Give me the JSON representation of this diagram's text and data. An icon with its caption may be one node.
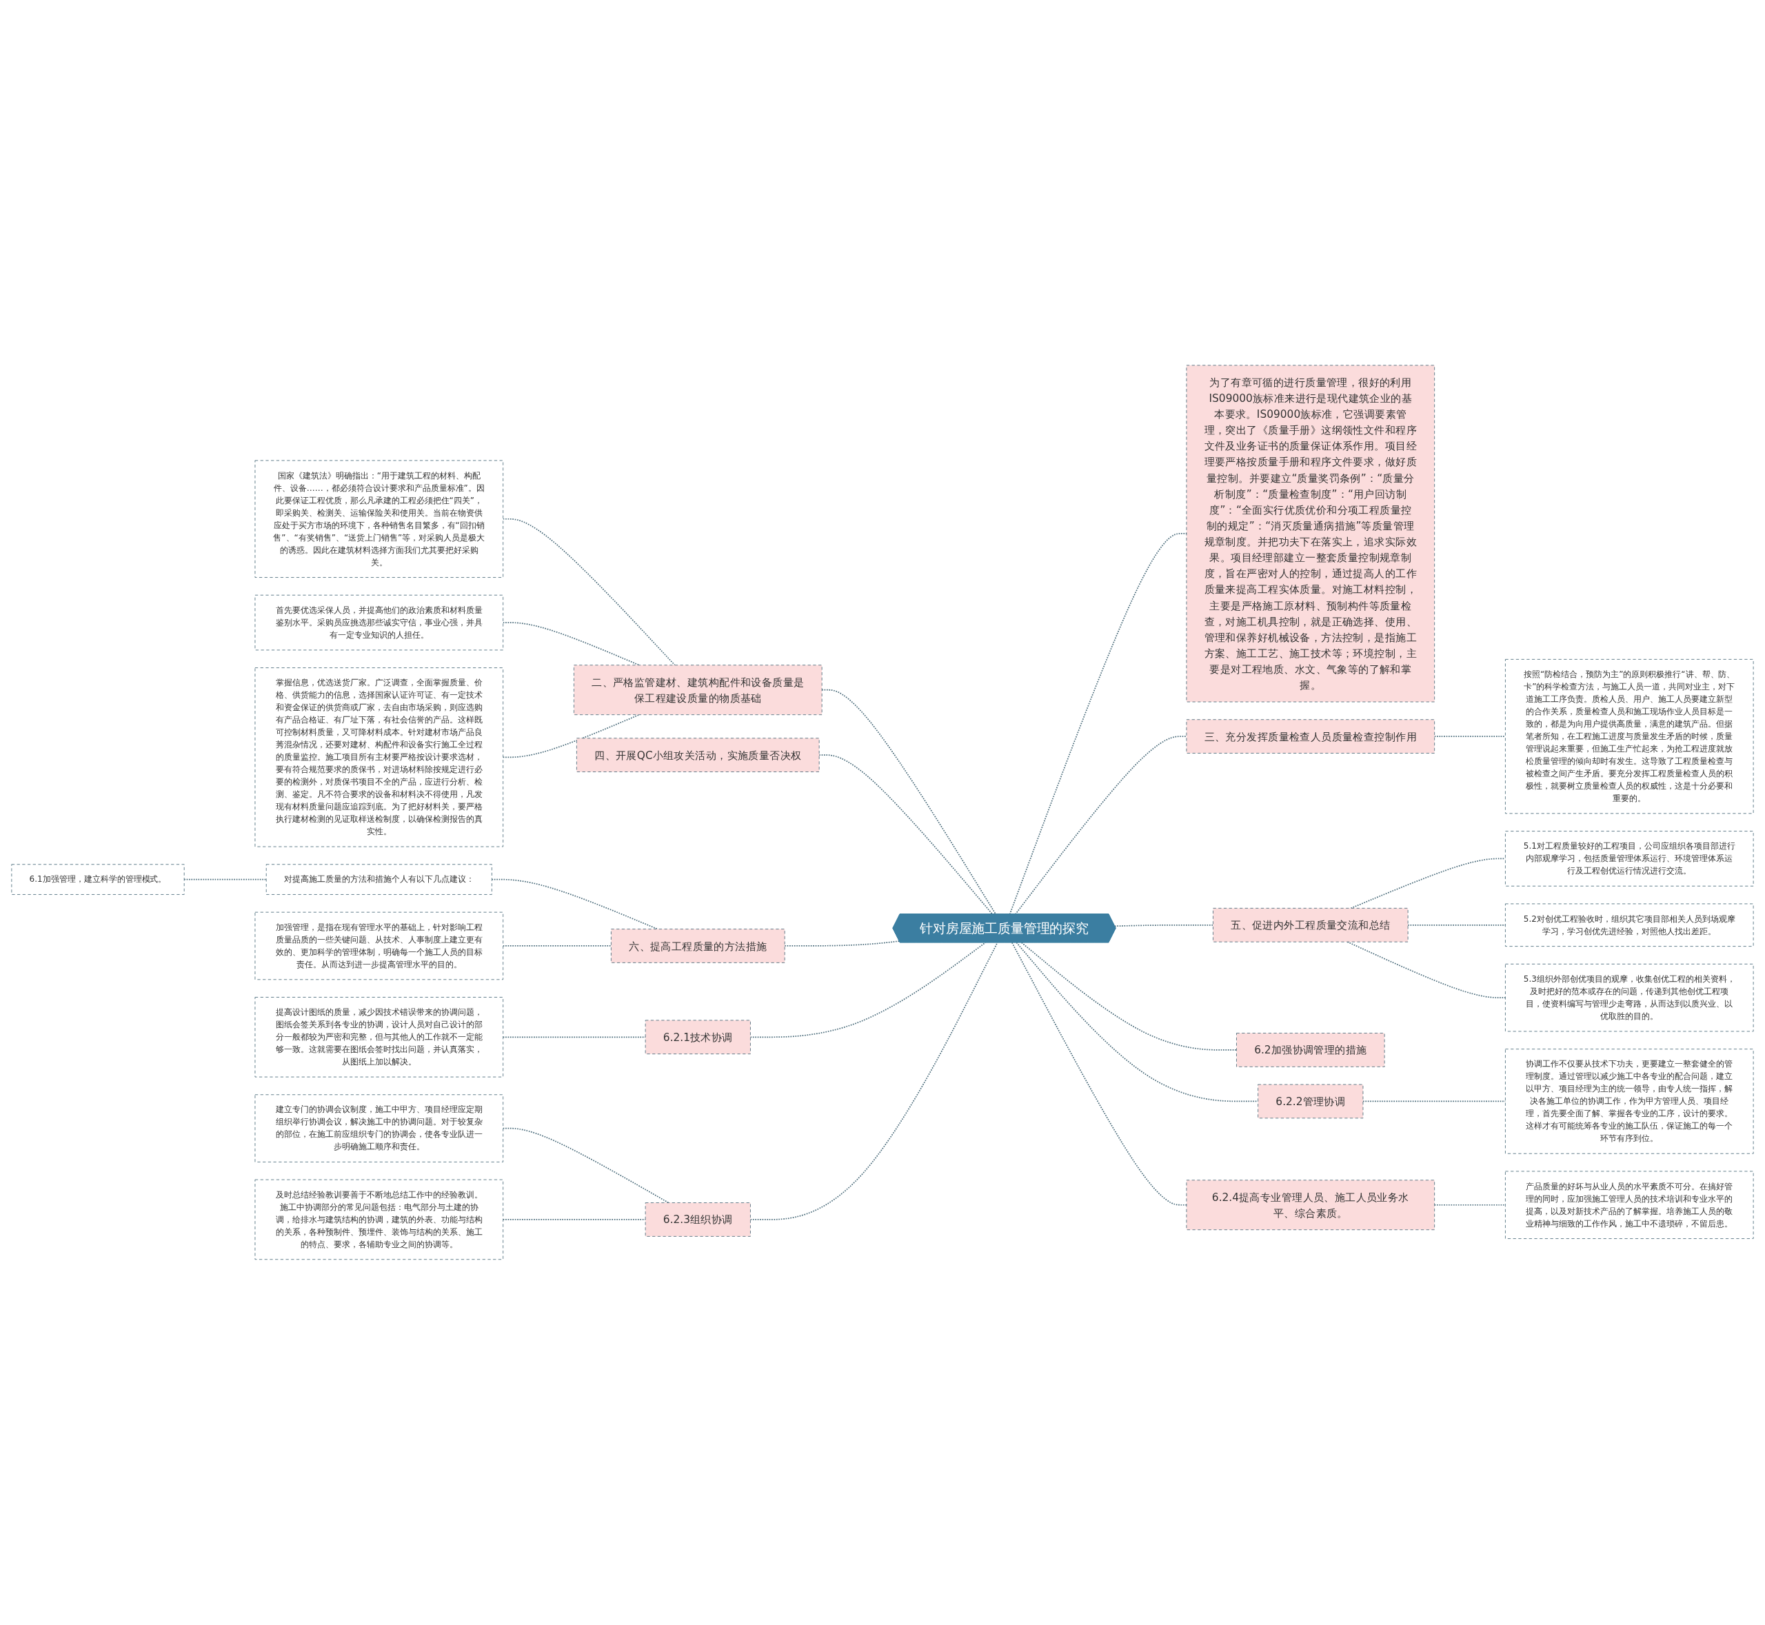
{
  "diagram": {
    "nodes": [
      {
        "text": [
          "针对房屋施工质量管理的探究"
        ]
      },
      {
        "text": [
          "二、严格监管建材、建筑构配件和设备质量是保工程建设质量的物质基础"
        ]
      },
      {
        "text": [
          "国家《建筑法》明确指出：“用于建筑工程的材料、构配件、设备……，都必须符合设计要求和产品质量标准”。因此要保证工程优质，那么凡承建的工程必须把住“四关”，即采购关、检测关、运输保险关和使用关。当前在物资供应处于买方市场的环境下，各种销售名目繁多，有“回扣销售”、“有奖销售”、“送货上门销售”等，对采购人员是极大的诱惑。因此在建筑材料选择方面我们尤其要把好采购关。"
        ]
      },
      {
        "text": [
          "首先要优选采保人员，并提高他们的政治素质和材料质量鉴别水平。采购员应挑选那些诚实守信，事业心强，并具有一定专业知识的人担任。"
        ]
      },
      {
        "text": [
          "掌握信息，优选送货厂家。广泛调查，全面掌握质量、价格、供货能力的信息，选择国家认证许可证、有一定技术和资金保证的供货商或厂家，去自由市场采购，则应选购有产品合格证、有厂址下落，有社会信誉的产品。这样既可控制材料质量，又可降材料成本。针对建材市场产品良莠混杂情况，还要对建材、构配件和设备实行施工全过程的质量监控。施工项目所有主材要严格按设计要求选材，要有符合规范要求的质保书，对进场材料除按规定进行必要的检测外，对质保书项目不全的产品，应进行分析、检测、鉴定。凡不符合要求的设备和材料决不得使用，凡发现有材料质量问题应追踪到底。为了把好材料关，要严格执行建材检测的见证取样送检制度，以确保检测报告的真实性。"
        ]
      },
      {
        "text": [
          "四、开展QC小组攻关活动，实施质量否决权"
        ]
      },
      {
        "text": [
          "六、提高工程质量的方法措施"
        ]
      },
      {
        "text": [
          "对提高施工质量的方法和措施个人有以下几点建议："
        ]
      },
      {
        "text": [
          "6.1加强管理，建立科学的管理模式。"
        ]
      },
      {
        "text": [
          "加强管理，是指在现有管理水平的基础上，针对影响工程质量品质的一些关键问题、从技术、人事制度上建立更有效的、更加科学的管理体制，明确每一个施工人员的目标责任。从而达到进一步提高管理水平的目的。"
        ]
      },
      {
        "text": [
          "6.2.1技术协调"
        ]
      },
      {
        "text": [
          "提高设计图纸的质量，减少因技术错误带来的协调问题，图纸会签关系到各专业的协调，设计人员对自己设计的部分一般都较为严密和完整，但与其他人的工作就不一定能够一致。这就需要在图纸会签时找出问题，并认真落实，从图纸上加以解决。"
        ]
      },
      {
        "text": [
          "6.2.3组织协调"
        ]
      },
      {
        "text": [
          "建立专门的协调会议制度，施工中甲方、项目经理应定期组织举行协调会议，解决施工中的协调问题。对于较复杂的部位，在施工前应组织专门的协调会，使各专业队进一步明确施工顺序和责任。"
        ]
      },
      {
        "text": [
          "及时总结经验教训要善于不断地总结工作中的经验教训。施工中协调部分的常见问题包括：电气部分与土建的协调，给排水与建筑结构的协调，建筑的外表、功能与结构的关系，各种预制件、预埋件、装饰与结构的关系、施工的特点、要求，各辅助专业之间的协调等。"
        ]
      },
      {
        "text": [
          "为了有章可循的进行质量管理，很好的利用IS09000族标准来进行是现代建筑企业的基本要求。IS09000族标准，它强调要素管理，突出了《质量手册》这纲领性文件和程序文件及业务证书的质量保证体系作用。项目经理要严格按质量手册和程序文件要求，做好质量控制。并要建立“质量奖罚条例”：“质量分析制度”：“质量检查制度”：“用户回访制度”：“全面实行优质优价和分项工程质量控制的规定”：“消灭质量通病措施”等质量管理规章制度。并把功夫下在落实上，追求实际效果。项目经理部建立一整套质量控制规章制度，旨在严密对人的控制，通过提高人的工作质量来提高工程实体质量。对施工材料控制，主要是严格施工原材料、预制构件等质量检查，对施工机具控制，就是正确选择、使用、管理和保养好机械设备，方法控制，是指施工方案、施工工艺、施工技术等；环境控制，主要是对工程地质、水文、气象等的了解和掌握。"
        ]
      },
      {
        "text": [
          "三、充分发挥质量检查人员质量检查控制作用"
        ]
      },
      {
        "text": [
          "按照“防检结合，预防为主”的原则积极推行“讲、帮、防、卡”的科学检查方法，与施工人员一道，共同对业主，对下道施工工序负责。质检人员、用户、施工人员要建立新型的合作关系，质量检查人员和施工现场作业人员目标是一致的，都是为向用户提供高质量，满意的建筑产品。但据笔者所知，在工程施工进度与质量发生矛盾的时候，质量管理说起来重要，但施工生产忙起来，为抢工程进度就放松质量管理的倾向却时有发生。这导致了工程质量检查与被检查之间产生矛盾。要充分发挥工程质量检查人员的积极性，就要树立质量检查人员的权威性，这是十分必要和重要的。"
        ]
      },
      {
        "text": [
          "五、促进内外工程质量交流和总结"
        ]
      },
      {
        "text": [
          "5.1对工程质量较好的工程项目，公司应组织各项目部进行内部观摩学习，包括质量管理体系运行、环境管理体系运行及工程创优运行情况进行交流。"
        ]
      },
      {
        "text": [
          "5.2对创优工程验收时，组织其它项目部相关人员到场观摩学习，学习创优先进经验，对照他人找出差距。"
        ]
      },
      {
        "text": [
          "5.3组织外部创优项目的观摩，收集创优工程的相关资料，及时把好的范本或存在的问题，传递到其他创优工程项目，使资料编写与管理少走弯路，从而达到以质兴业、以优取胜的目的。"
        ]
      },
      {
        "text": [
          "6.2加强协调管理的措施"
        ]
      },
      {
        "text": [
          "6.2.2管理协调"
        ]
      },
      {
        "text": [
          "协调工作不仅要从技术下功夫，更要建立一整套健全的管理制度。通过管理以减少施工中各专业的配合问题，建立以甲方、项目经理为主的统一领导，由专人统一指挥，解决各施工单位的协调工作，作为甲方管理人员、项目经理，首先要全面了解、掌握各专业的工序，设计的要求。这样才有可能统筹各专业的施工队伍，保证施工的每一个环节有序到位。"
        ]
      },
      {
        "text": [
          "6.2.4提高专业管理人员、施工人员业务水平、综合素质。"
        ]
      },
      {
        "text": [
          "产品质量的好坏与从业人员的水平素质不可分。在搞好管理的同时，应加强施工管理人员的技术培训和专业水平的提高，以及对新技术产品的了解掌握。培养施工人员的敬业精神与细致的工作作风，施工中不遗琐碎，不留后患。"
        ]
      }
    ],
    "edges": [
      {
        "from": 1,
        "to": 0,
        "arrow": "none",
        "style": "dashed"
      },
      {
        "from": 2,
        "to": 1,
        "arrow": "none",
        "style": "dashed"
      },
      {
        "from": 3,
        "to": 1,
        "arrow": "none",
        "style": "dashed"
      },
      {
        "from": 4,
        "to": 1,
        "arrow": "none",
        "style": "dashed"
      },
      {
        "from": 5,
        "to": 0,
        "arrow": "none",
        "style": "dashed"
      },
      {
        "from": 6,
        "to": 0,
        "arrow": "none",
        "style": "dashed"
      },
      {
        "from": 7,
        "to": 6,
        "arrow": "none",
        "style": "dashed"
      },
      {
        "from": 8,
        "to": 7,
        "arrow": "none",
        "style": "dashed"
      },
      {
        "from": 9,
        "to": 6,
        "arrow": "none",
        "style": "dashed"
      },
      {
        "from": 10,
        "to": 0,
        "arrow": "none",
        "style": "dashed"
      },
      {
        "from": 11,
        "to": 10,
        "arrow": "none",
        "style": "dashed"
      },
      {
        "from": 12,
        "to": 0,
        "arrow": "none",
        "style": "dashed"
      },
      {
        "from": 13,
        "to": 12,
        "arrow": "none",
        "style": "dashed"
      },
      {
        "from": 14,
        "to": 12,
        "arrow": "none",
        "style": "dashed"
      },
      {
        "from": 0,
        "to": 15,
        "arrow": "none",
        "style": "dashed"
      },
      {
        "from": 0,
        "to": 16,
        "arrow": "none",
        "style": "dashed"
      },
      {
        "from": 16,
        "to": 17,
        "arrow": "none",
        "style": "dashed"
      },
      {
        "from": 0,
        "to": 18,
        "arrow": "none",
        "style": "dashed"
      },
      {
        "from": 18,
        "to": 19,
        "arrow": "none",
        "style": "dashed"
      },
      {
        "from": 18,
        "to": 20,
        "arrow": "none",
        "style": "dashed"
      },
      {
        "from": 18,
        "to": 21,
        "arrow": "none",
        "style": "dashed"
      },
      {
        "from": 0,
        "to": 22,
        "arrow": "none",
        "style": "dashed"
      },
      {
        "from": 0,
        "to": 23,
        "arrow": "none",
        "style": "dashed"
      },
      {
        "from": 23,
        "to": 24,
        "arrow": "none",
        "style": "dashed"
      },
      {
        "from": 0,
        "to": 25,
        "arrow": "none",
        "style": "dashed"
      },
      {
        "from": 25,
        "to": 26,
        "arrow": "none",
        "style": "dashed"
      }
    ]
  }
}
